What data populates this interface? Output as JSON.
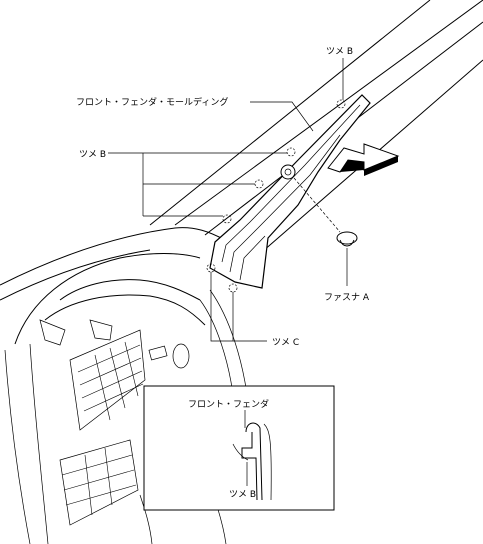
{
  "labels": {
    "molding": "フロント・フェンダ・モールディング",
    "tab_b_top": "ツメ B",
    "tab_b_left": "ツメ B",
    "tab_c": "ツメ C",
    "fastener_a": "ファスナ A",
    "inset_fender": "フロント・フェンダ",
    "inset_tab_b": "ツメ B"
  }
}
